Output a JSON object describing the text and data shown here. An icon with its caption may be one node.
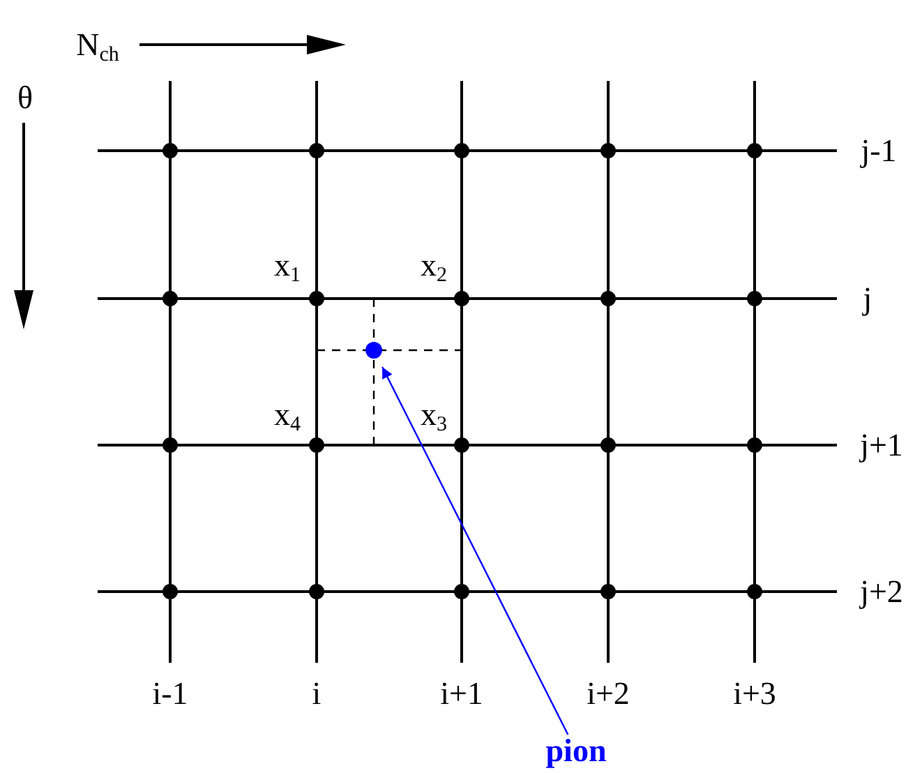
{
  "diagram": {
    "nodes": [
      {
        "text": [],
        "shape": "circle"
      },
      {
        "text": [
          "pion"
        ]
      }
    ],
    "edges": [
      {
        "from": 1,
        "to": 0,
        "arrow": "to",
        "color": "#0000ff"
      }
    ],
    "labels": [
      "N$_{ch}$",
      "θ",
      "j-1",
      "x$_{1}$",
      "x$_{2}$",
      "j",
      "x$_{4}$",
      "x$_{3}$",
      "j+1",
      "j+2",
      "i-1",
      "i",
      "i+1",
      "i+2",
      "i+3"
    ]
  }
}
